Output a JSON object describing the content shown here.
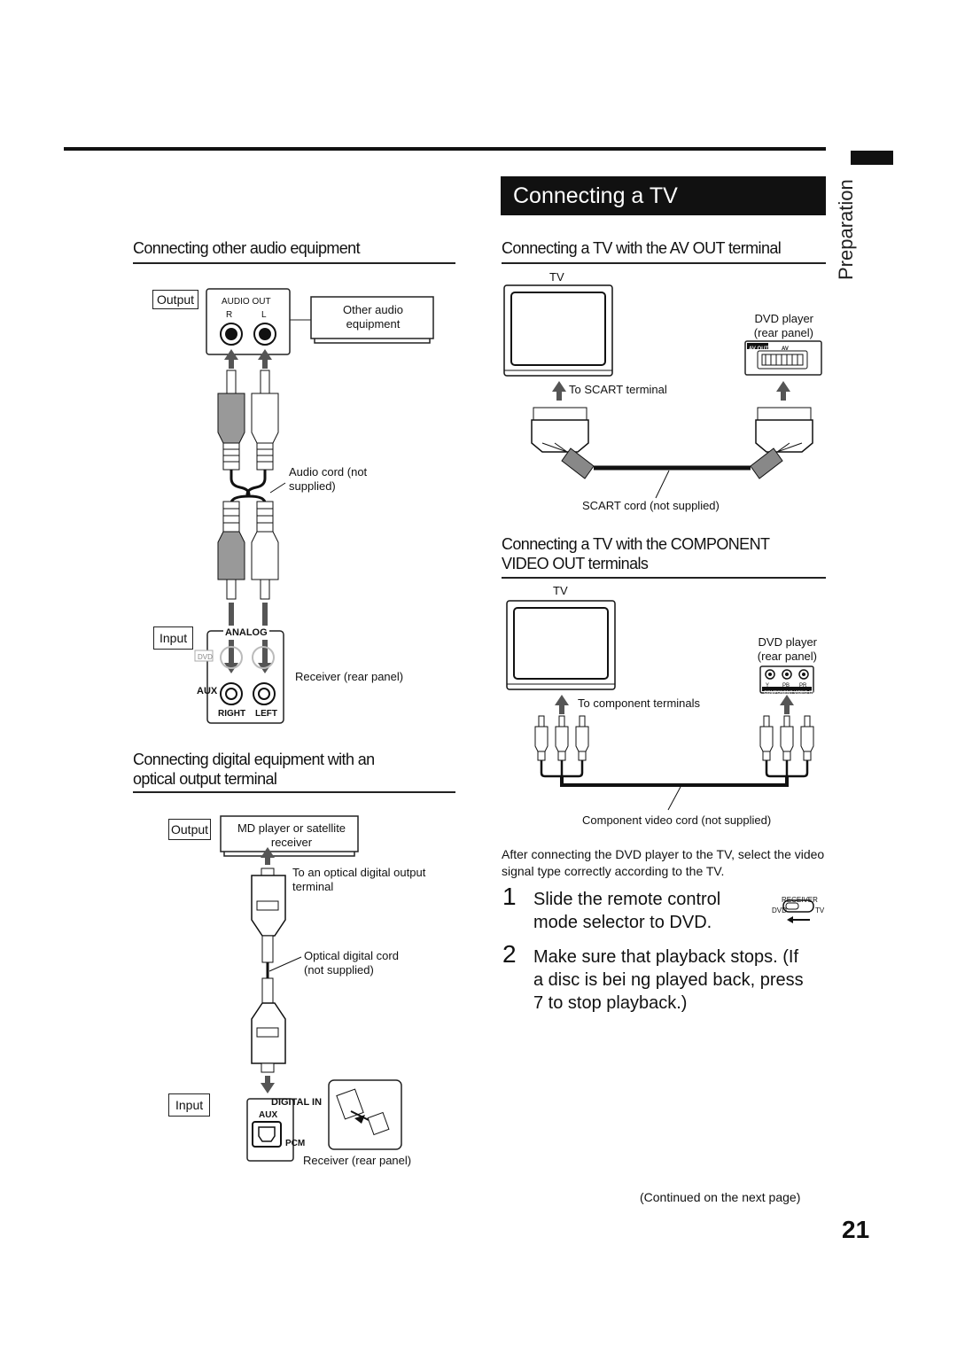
{
  "header": {
    "title": "Connecting a TV",
    "side_tab": "Preparation"
  },
  "left": {
    "audio": {
      "heading": "Connecting other audio equipment",
      "output_label": "Output",
      "audio_out": "AUDIO OUT",
      "r": "R",
      "l": "L",
      "device": "Other audio equipment",
      "cord": "Audio cord (not supplied)",
      "input_label": "Input",
      "analog": "ANALOG",
      "dvd": "DVD",
      "aux": "AUX",
      "right": "RIGHT",
      "left": "LEFT",
      "receiver": "Receiver (rear panel)"
    },
    "digital": {
      "heading_line1": "Connecting digital equipment with an",
      "heading_line2": "optical output terminal",
      "output_label": "Output",
      "device": "MD player or satellite receiver",
      "to_terminal": "To an optical digital output terminal",
      "cord": "Optical digital cord (not supplied)",
      "input_label": "Input",
      "digital_in": "DIGITAL IN",
      "aux": "AUX",
      "pcm": "PCM",
      "receiver": "Receiver (rear panel)"
    }
  },
  "right": {
    "av": {
      "heading": "Connecting a TV with the AV OUT terminal",
      "tv": "TV",
      "player": "DVD player (rear panel)",
      "av_out": "AV OUT",
      "av": "AV",
      "to_scart": "To SCART terminal",
      "cord": "SCART cord (not supplied)"
    },
    "component": {
      "heading_line1": "Connecting a TV with the COMPONENT",
      "heading_line2": "VIDEO OUT terminals",
      "tv": "TV",
      "player": "DVD player (rear panel)",
      "panel_label": "COMPONENT VIDEO OUT",
      "y": "Y",
      "pb": "PB",
      "pr": "PR",
      "to_terminals": "To component terminals",
      "cord": "Component video cord (not supplied)"
    },
    "instructions": {
      "intro": "After connecting the DVD player to the TV, select the video signal type correctly according to the TV.",
      "steps": [
        {
          "num": "1",
          "text": "Slide the remote control mode selector to DVD."
        },
        {
          "num": "2",
          "text": "Make sure that playback stops. (If a disc is bei ng played back, press 7 to stop playback.)"
        }
      ],
      "switch_receiver": "RECEIVER",
      "switch_dvd": "DVD",
      "switch_tv": "TV"
    }
  },
  "footer": {
    "continued": "(Continued on the next page)",
    "page_number": "21"
  }
}
